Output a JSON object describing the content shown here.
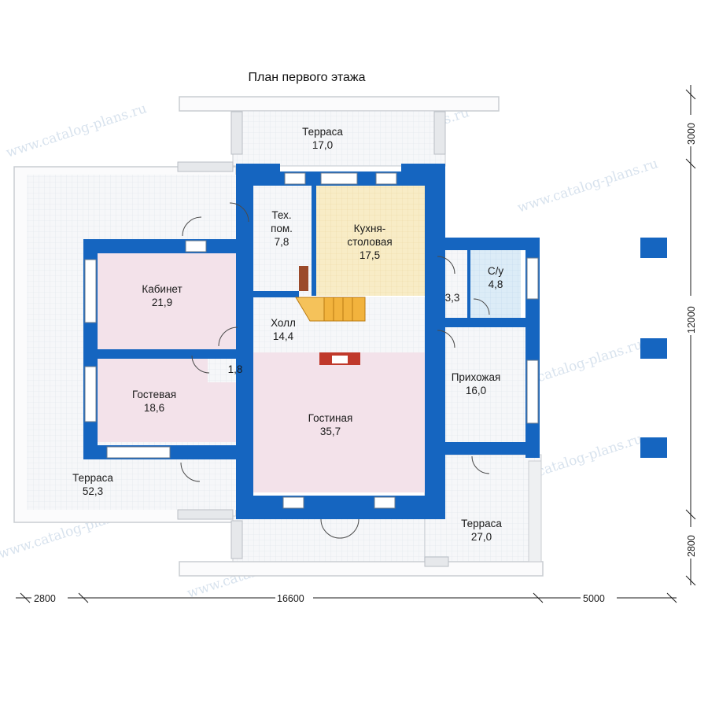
{
  "title": "План первого этажа",
  "rooms": {
    "terrace_top": {
      "name": "Терраса",
      "area": "17,0"
    },
    "tech": {
      "name_line1": "Тех.",
      "name_line2": "пом.",
      "area": "7,8"
    },
    "kitchen": {
      "name_line1": "Кухня-",
      "name_line2": "столовая",
      "area": "17,5"
    },
    "wc": {
      "name": "С/у",
      "area": "4,8"
    },
    "closet": {
      "area": "3,3"
    },
    "cabinet": {
      "name": "Кабинет",
      "area": "21,9"
    },
    "hall": {
      "name": "Холл",
      "area": "14,4"
    },
    "small": {
      "area": "1,8"
    },
    "entry": {
      "name": "Прихожая",
      "area": "16,0"
    },
    "guest": {
      "name": "Гостевая",
      "area": "18,6"
    },
    "living": {
      "name": "Гостиная",
      "area": "35,7"
    },
    "terrace_left": {
      "name": "Терраса",
      "area": "52,3"
    },
    "terrace_right": {
      "name": "Терраса",
      "area": "27,0"
    }
  },
  "dimensions": {
    "bottom": [
      "2800",
      "16600",
      "5000"
    ],
    "right": [
      "3000",
      "12000",
      "2800"
    ]
  },
  "watermark": "www.catalog-plans.ru",
  "colors": {
    "wall": "#1565c0",
    "pink_room": "#f3e2ea",
    "kitchen": "#f8ecc6",
    "wc": "#dcecf7",
    "terrace": "#f4f6f8",
    "stairs": "#f2b33d"
  }
}
